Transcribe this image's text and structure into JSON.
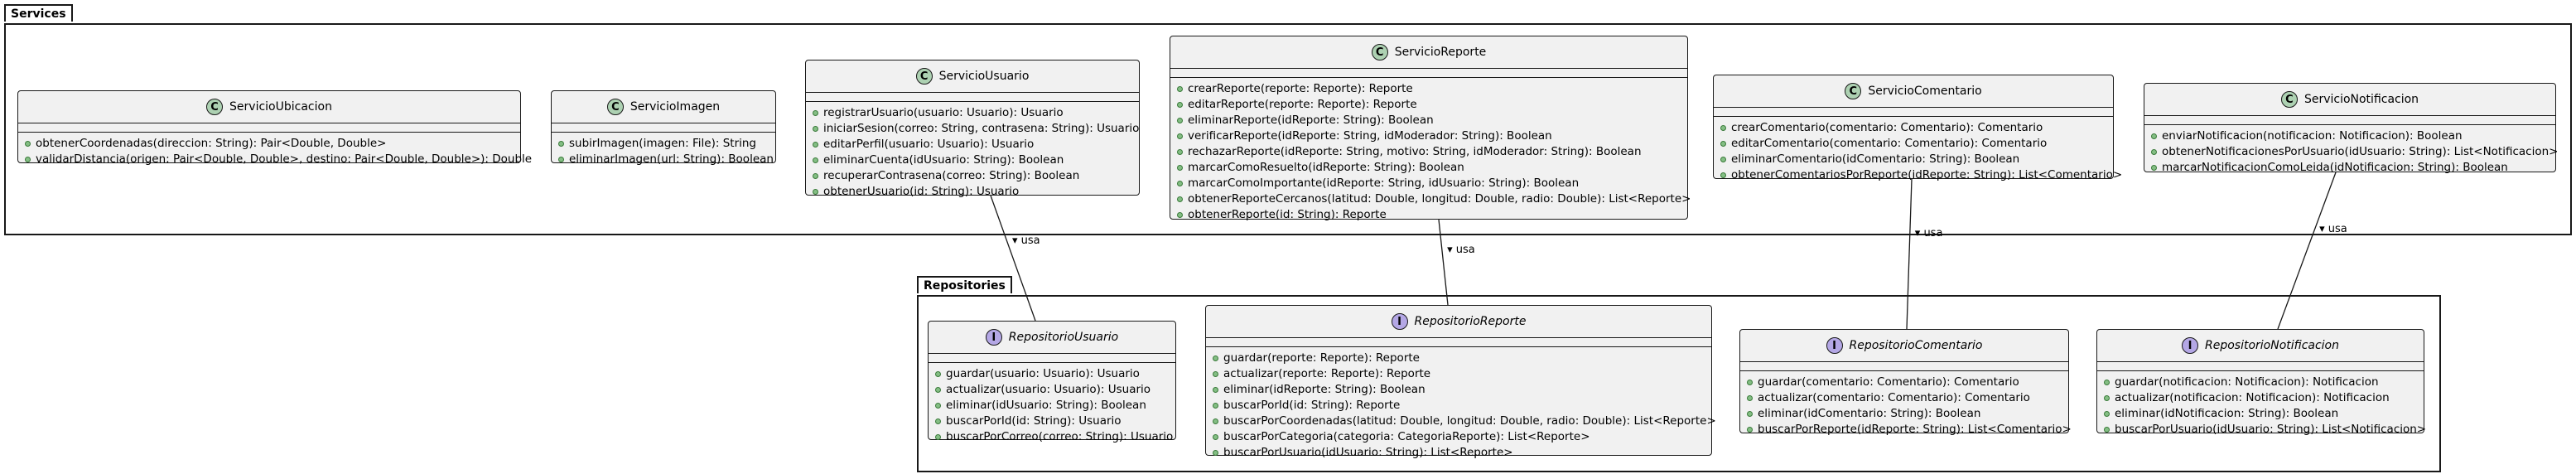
{
  "packages": {
    "services": "Services",
    "repositories": "Repositories"
  },
  "classes": {
    "ubicacion": {
      "name": "ServicioUbicacion",
      "methods": [
        "obtenerCoordenadas(direccion: String): Pair<Double, Double>",
        "validarDistancia(origen: Pair<Double, Double>, destino: Pair<Double, Double>): Double"
      ]
    },
    "imagen": {
      "name": "ServicioImagen",
      "methods": [
        "subirImagen(imagen: File): String",
        "eliminarImagen(url: String): Boolean"
      ]
    },
    "usuario": {
      "name": "ServicioUsuario",
      "methods": [
        "registrarUsuario(usuario: Usuario): Usuario",
        "iniciarSesion(correo: String, contrasena: String): Usuario",
        "editarPerfil(usuario: Usuario): Usuario",
        "eliminarCuenta(idUsuario: String): Boolean",
        "recuperarContrasena(correo: String): Boolean",
        "obtenerUsuario(id: String): Usuario"
      ]
    },
    "reporte": {
      "name": "ServicioReporte",
      "methods": [
        "crearReporte(reporte: Reporte): Reporte",
        "editarReporte(reporte: Reporte): Reporte",
        "eliminarReporte(idReporte: String): Boolean",
        "verificarReporte(idReporte: String, idModerador: String): Boolean",
        "rechazarReporte(idReporte: String, motivo: String, idModerador: String): Boolean",
        "marcarComoResuelto(idReporte: String): Boolean",
        "marcarComoImportante(idReporte: String, idUsuario: String): Boolean",
        "obtenerReporteCercanos(latitud: Double, longitud: Double, radio: Double): List<Reporte>",
        "obtenerReporte(id: String): Reporte"
      ]
    },
    "comentario": {
      "name": "ServicioComentario",
      "methods": [
        "crearComentario(comentario: Comentario): Comentario",
        "editarComentario(comentario: Comentario): Comentario",
        "eliminarComentario(idComentario: String): Boolean",
        "obtenerComentariosPorReporte(idReporte: String): List<Comentario>"
      ]
    },
    "notificacion": {
      "name": "ServicioNotificacion",
      "methods": [
        "enviarNotificacion(notificacion: Notificacion): Boolean",
        "obtenerNotificacionesPorUsuario(idUsuario: String): List<Notificacion>",
        "marcarNotificacionComoLeida(idNotificacion: String): Boolean"
      ]
    },
    "repoUsuario": {
      "name": "RepositorioUsuario",
      "methods": [
        "guardar(usuario: Usuario): Usuario",
        "actualizar(usuario: Usuario): Usuario",
        "eliminar(idUsuario: String): Boolean",
        "buscarPorId(id: String): Usuario",
        "buscarPorCorreo(correo: String): Usuario"
      ]
    },
    "repoReporte": {
      "name": "RepositorioReporte",
      "methods": [
        "guardar(reporte: Reporte): Reporte",
        "actualizar(reporte: Reporte): Reporte",
        "eliminar(idReporte: String): Boolean",
        "buscarPorId(id: String): Reporte",
        "buscarPorCoordenadas(latitud: Double, longitud: Double, radio: Double): List<Reporte>",
        "buscarPorCategoria(categoria: CategoriaReporte): List<Reporte>",
        "buscarPorUsuario(idUsuario: String): List<Reporte>"
      ]
    },
    "repoComentario": {
      "name": "RepositorioComentario",
      "methods": [
        "guardar(comentario: Comentario): Comentario",
        "actualizar(comentario: Comentario): Comentario",
        "eliminar(idComentario: String): Boolean",
        "buscarPorReporte(idReporte: String): List<Comentario>"
      ]
    },
    "repoNotificacion": {
      "name": "RepositorioNotificacion",
      "methods": [
        "guardar(notificacion: Notificacion): Notificacion",
        "actualizar(notificacion: Notificacion): Notificacion",
        "eliminar(idNotificacion: String): Boolean",
        "buscarPorUsuario(idUsuario: String): List<Notificacion>"
      ]
    }
  },
  "relations": [
    {
      "from": "usuario",
      "to": "repoUsuario",
      "label": "usa"
    },
    {
      "from": "reporte",
      "to": "repoReporte",
      "label": "usa"
    },
    {
      "from": "comentario",
      "to": "repoComentario",
      "label": "usa"
    },
    {
      "from": "notificacion",
      "to": "repoNotificacion",
      "label": "usa"
    }
  ],
  "stereotype_glyphs": {
    "class": "C",
    "interface": "I"
  },
  "colors": {
    "class_circle": "#add1b2",
    "interface_circle": "#b4a7e5",
    "box_fill": "#f1f1f1",
    "method_dot": "#84be84",
    "border": "#181818"
  }
}
